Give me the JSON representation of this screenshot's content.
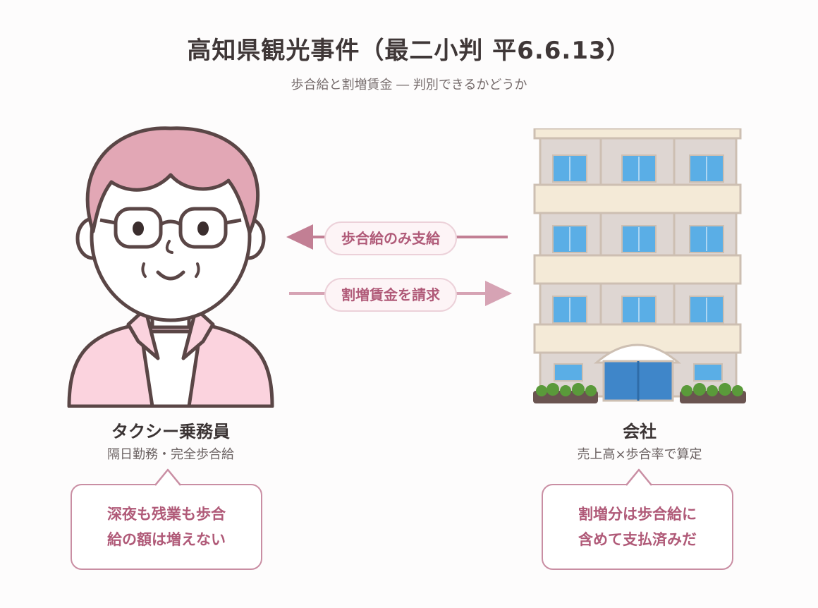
{
  "title": "高知県観光事件（最二小判 平6.6.13）",
  "subtitle": "歩合給と割増賃金 ― 判別できるかどうか",
  "flows": {
    "company_to_worker": "歩合給のみ支給",
    "worker_to_company": "割増賃金を請求"
  },
  "worker": {
    "name": "タクシー乗務員",
    "description": "隔日勤務・完全歩合給",
    "claim_lines": [
      "深夜も残業も歩合",
      "給の額は増えない"
    ]
  },
  "company": {
    "name": "会社",
    "description": "売上高×歩合率で算定",
    "claim_lines": [
      "割増分は歩合給に",
      "含めて支払済みだ"
    ]
  },
  "colors": {
    "accent": "#b05a78",
    "arrow_dark": "#c27f94",
    "arrow_light": "#d6a3b4",
    "hair": "#e2a7b5",
    "shirt": "#fbd3de",
    "window": "#5aaee6",
    "door": "#3f86c9"
  },
  "icons": {
    "worker": "taxi-driver-illustration",
    "company": "office-building-illustration"
  }
}
